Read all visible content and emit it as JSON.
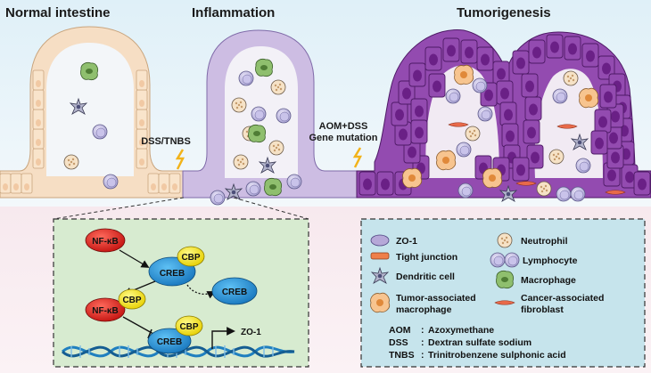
{
  "stages": {
    "normal": "Normal intestine",
    "inflammation": "Inflammation",
    "tumor": "Tumorigenesis"
  },
  "triggers": {
    "dss_tnbs": "DSS/TNBS",
    "aom_dss_line1": "AOM+DSS",
    "aom_dss_line2": "Gene mutation"
  },
  "pathway": {
    "nfkb": "NF-κB",
    "cbp": "CBP",
    "creb": "CREB",
    "zo1": "ZO-1"
  },
  "legend": {
    "zo1": "ZO-1",
    "tight_junction": "Tight junction",
    "dendritic_cell": "Dendritic cell",
    "tam_line1": "Tumor-associated",
    "tam_line2": "macrophage",
    "neutrophil": "Neutrophil",
    "lymphocyte": "Lymphocyte",
    "macrophage": "Macrophage",
    "caf_line1": "Cancer-associated",
    "caf_line2": "fibroblast"
  },
  "abbreviations": [
    {
      "abbr": "AOM",
      "sep": ":",
      "full": "Azoxymethane"
    },
    {
      "abbr": "DSS",
      "sep": ":",
      "full": "Dextran sulfate sodium"
    },
    {
      "abbr": "TNBS",
      "sep": ":",
      "full": "Trinitrobenzene sulphonic acid"
    }
  ],
  "colors": {
    "sky": "#e3f1f8",
    "normal_cell": "#f8e2c8",
    "inflamed_cell": "#cdbde3",
    "tumor_cell": "#8a3ea7",
    "pathway_bg": "#d9ecd2",
    "legend_bg": "#c8e6ee",
    "nfkb": "#e0211f",
    "creb": "#1f8fd6",
    "cbp": "#f4e600"
  }
}
